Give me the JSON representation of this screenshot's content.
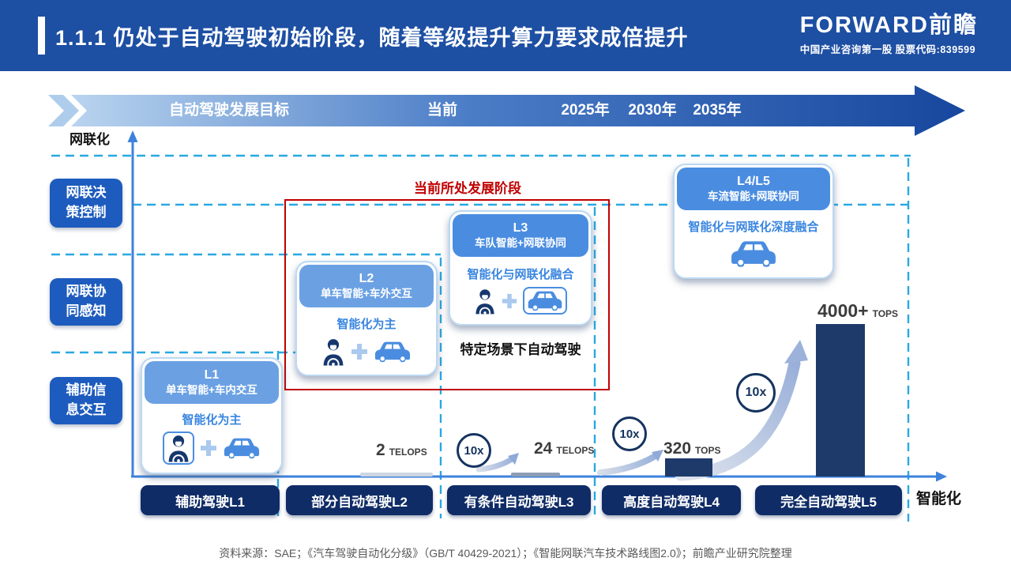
{
  "header": {
    "title": "1.1.1  仍处于自动驾驶初始阶段，随着等级提升算力要求成倍提升",
    "brand": "FORWARD前瞻",
    "brand_sub": "中国产业咨询第一股  股票代码:839599"
  },
  "timeline": {
    "goal": "自动驾驶发展目标",
    "current": "当前",
    "y2025": "2025年",
    "y2030": "2030年",
    "y2035": "2035年"
  },
  "axes": {
    "y_label": "网联化",
    "x_label": "智能化"
  },
  "network_levels": [
    {
      "line1": "网联决",
      "line2": "策控制"
    },
    {
      "line1": "网联协",
      "line2": "同感知"
    },
    {
      "line1": "辅助信",
      "line2": "息交互"
    }
  ],
  "stage_label": "当前所处发展阶段",
  "cards": {
    "l1": {
      "title": "L1",
      "subtitle": "单车智能+车内交互",
      "body": "智能化为主"
    },
    "l2": {
      "title": "L2",
      "subtitle": "单车智能+车外交互",
      "body": "智能化为主"
    },
    "l3": {
      "title": "L3",
      "subtitle": "车队智能+网联协同",
      "body": "智能化与网联化融合",
      "note": "特定场景下自动驾驶"
    },
    "l45": {
      "title": "L4/L5",
      "subtitle": "车流智能+网联协同",
      "body": "智能化与网联化深度融合"
    }
  },
  "x_levels": [
    "辅助驾驶L1",
    "部分自动驾驶L2",
    "有条件自动驾驶L3",
    "高度自动驾驶L4",
    "完全自动驾驶L5"
  ],
  "chart_data": {
    "type": "bar",
    "categories": [
      "部分自动驾驶L2",
      "有条件自动驾驶L3",
      "高度自动驾驶L4",
      "完全自动驾驶L5"
    ],
    "values": [
      2,
      24,
      320,
      4000
    ],
    "value_labels": [
      "2",
      "24",
      "320",
      "4000+"
    ],
    "units": [
      "TELOPS",
      "TELOPS",
      "TOPS",
      "TOPS"
    ],
    "growth_multipliers": [
      "10x",
      "10x",
      "10x"
    ]
  },
  "colors": {
    "header_bg": "#1d4fa3",
    "timeline_start": "#b9d4ef",
    "timeline_end": "#17479e",
    "grid_dash": "#29a8e2",
    "axis_blue": "#3e82dc",
    "y_box": "#1d5cbe",
    "x_box": "#0f2c66",
    "card_head_light": "#6ba1e3",
    "card_head_mid": "#4a8de0",
    "bar_navy": "#1d3a6b",
    "current_red": "#c00000"
  },
  "footer": {
    "source": "资料来源：SAE；《汽车驾驶自动化分级》（GB/T 40429-2021）；《智能网联汽车技术路线图2.0》；前瞻产业研究院整理"
  }
}
